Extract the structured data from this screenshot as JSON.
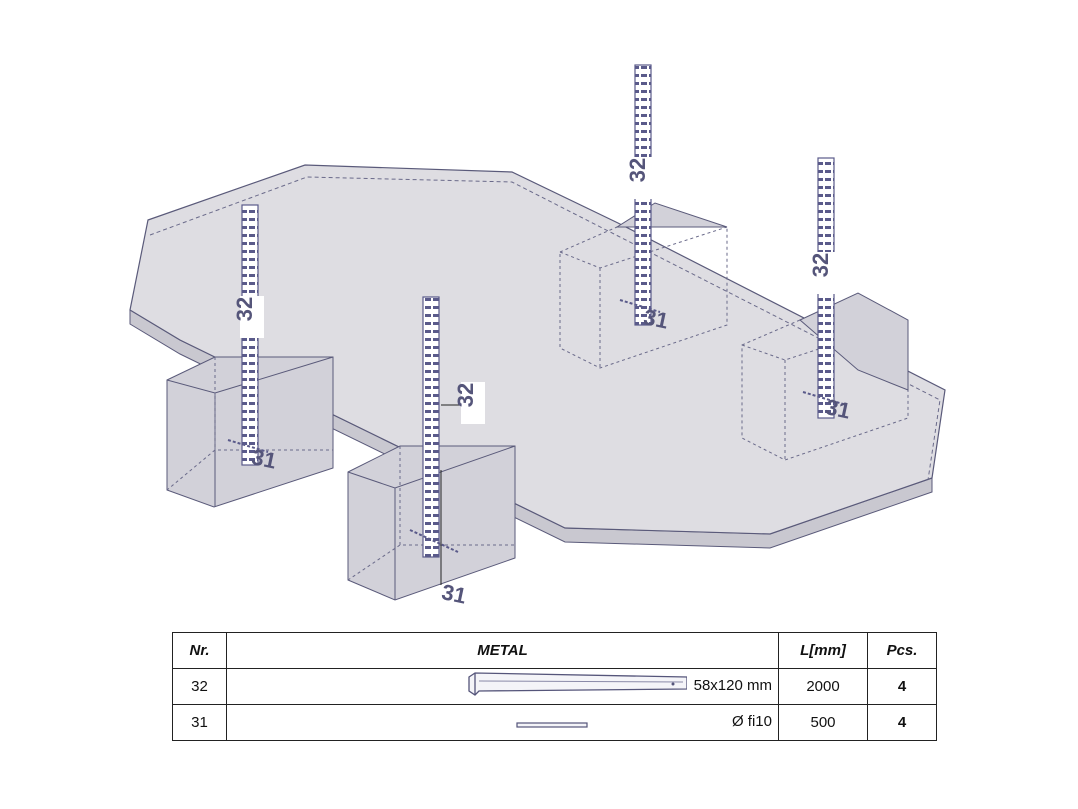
{
  "drawing": {
    "colors": {
      "slab_fill": "#dedde2",
      "slab_edge": "#5a5a7a",
      "box_fill": "#d4d3da",
      "bar": "#5a5a8a"
    },
    "labels": {
      "column_bar": "32",
      "dowel_bar": "31"
    }
  },
  "table": {
    "headers": {
      "nr": "Nr.",
      "metal": "METAL",
      "length": "L[mm]",
      "pcs": "Pcs."
    },
    "rows": [
      {
        "nr": "32",
        "description": "58x120 mm",
        "length": "2000",
        "pcs": "4",
        "icon": "c-profile-icon"
      },
      {
        "nr": "31",
        "description": "Ø fi10",
        "length": "500",
        "pcs": "4",
        "icon": "rebar-icon"
      }
    ]
  }
}
